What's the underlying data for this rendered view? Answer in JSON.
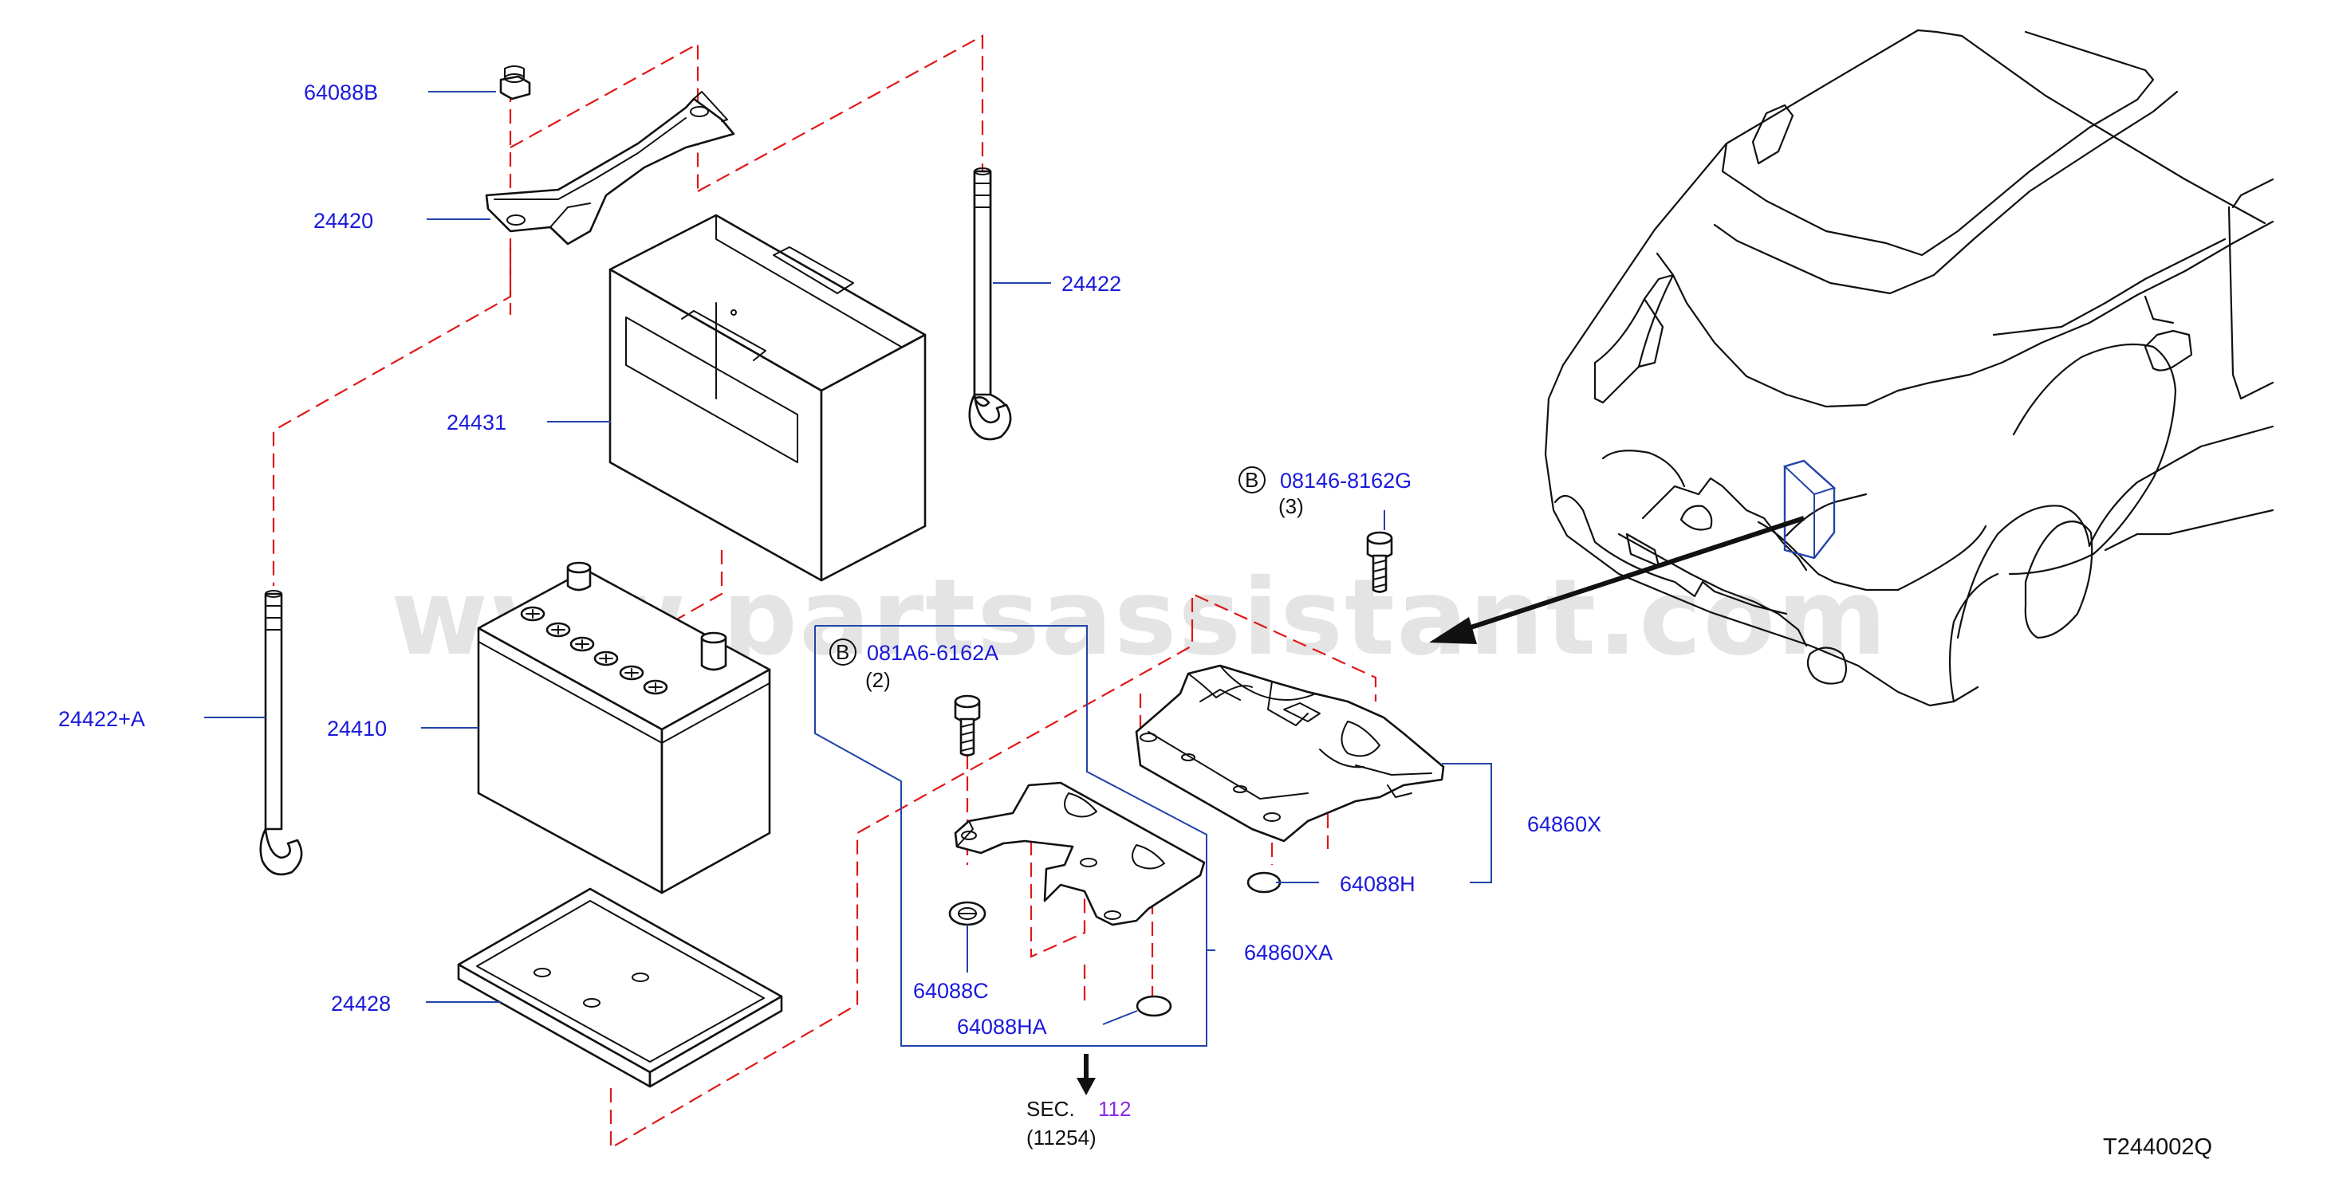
{
  "diagram_code": "T244002Q",
  "watermark": "www.partsassistant.com",
  "labels": {
    "p64088B": "64088B",
    "p24420": "24420",
    "p24422": "24422",
    "p24431": "24431",
    "p24422A": "24422+A",
    "p24410": "24410",
    "p24428": "24428",
    "p64088C": "64088C",
    "p64088HA": "64088HA",
    "p64860XA": "64860XA",
    "p64860X": "64860X",
    "p64088H": "64088H",
    "bolt1_code": "081A6-6162A",
    "bolt1_qty": "(2)",
    "bolt2_code": "08146-8162G",
    "bolt2_qty": "(3)",
    "bolt_marker": "B"
  },
  "section_ref": {
    "prefix": "SEC.",
    "number": "112",
    "sub": "(11254)"
  },
  "colors": {
    "label": "#1a1adb",
    "leader": "#2244aa",
    "dashed": "#e01818",
    "section_number": "#8a2be2",
    "outline": "#111111"
  }
}
